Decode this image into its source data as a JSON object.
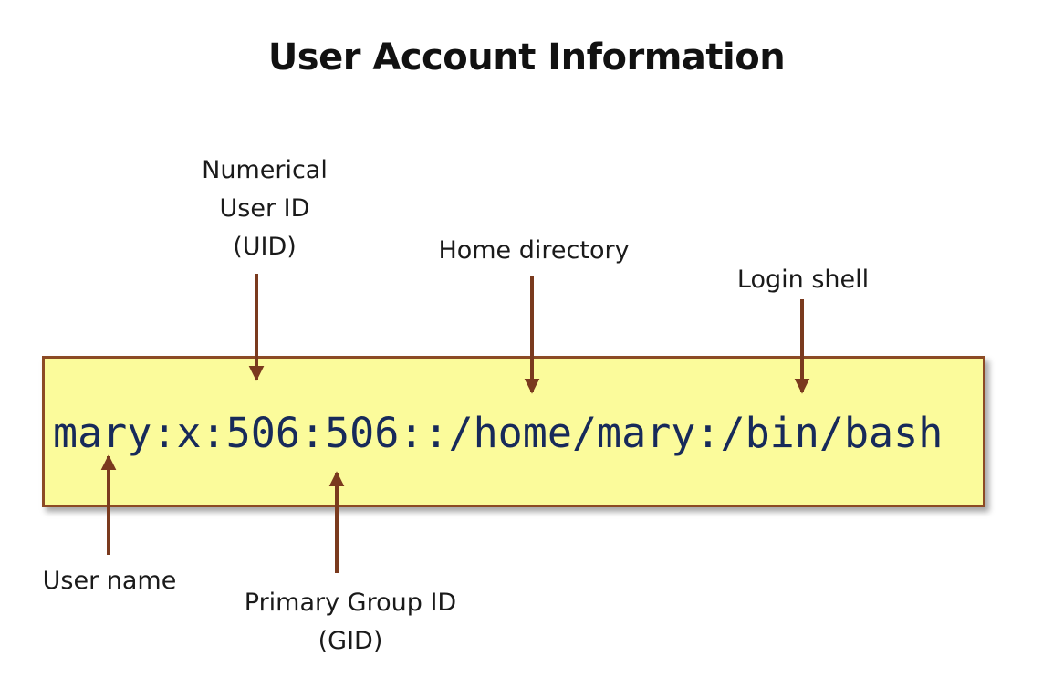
{
  "title": "User Account Information",
  "record": "mary:x:506:506::/home/mary:/bin/bash",
  "labels": {
    "uid": [
      "Numerical",
      "User ID",
      "(UID)"
    ],
    "home": [
      "Home directory"
    ],
    "shell": [
      "Login shell"
    ],
    "user": [
      "User name"
    ],
    "gid": [
      "Primary Group ID",
      "(GID)"
    ]
  },
  "colors": {
    "box_fill": "#fbfb9b",
    "box_border": "#8c4a24",
    "arrow": "#7a3a1e",
    "record_text": "#172a5a"
  }
}
